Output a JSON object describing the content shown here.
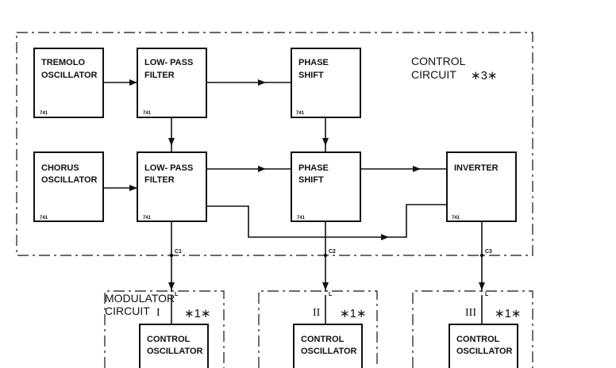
{
  "control_circuit": {
    "title_line1": "CONTROL",
    "title_line2": "CIRCUIT",
    "tag": "∗3∗"
  },
  "blocks": {
    "tremolo_osc": {
      "line1": "TREMOLO",
      "line2": "OSCILLATOR",
      "chip": "741"
    },
    "lpf_top": {
      "line1": "LOW- PASS",
      "line2": "FILTER",
      "chip": "741"
    },
    "phase_top": {
      "line1": "PHASE",
      "line2": "SHIFT",
      "chip": "741"
    },
    "chorus_osc": {
      "line1": "CHORUS",
      "line2": "OSCILLATOR",
      "chip": "741"
    },
    "lpf_bottom": {
      "line1": "LOW- PASS",
      "line2": "FILTER",
      "chip": "741"
    },
    "phase_bottom": {
      "line1": "PHASE",
      "line2": "SHIFT",
      "chip": "741"
    },
    "inverter": {
      "line1": "INVERTER",
      "chip": "741"
    }
  },
  "taps": {
    "c1": "C1",
    "c2": "C2",
    "c3": "C3",
    "l": "L"
  },
  "modulators": [
    {
      "title_line1": "MODULATOR",
      "title_line2": "CIRCUIT",
      "numeral": "I",
      "tag": "∗1∗",
      "block_line1": "CONTROL",
      "block_line2": "OSCILLATOR"
    },
    {
      "numeral": "II",
      "tag": "∗1∗",
      "block_line1": "CONTROL",
      "block_line2": "OSCILLATOR"
    },
    {
      "numeral": "III",
      "tag": "∗1∗",
      "block_line1": "CONTROL",
      "block_line2": "OSCILLATOR"
    }
  ]
}
